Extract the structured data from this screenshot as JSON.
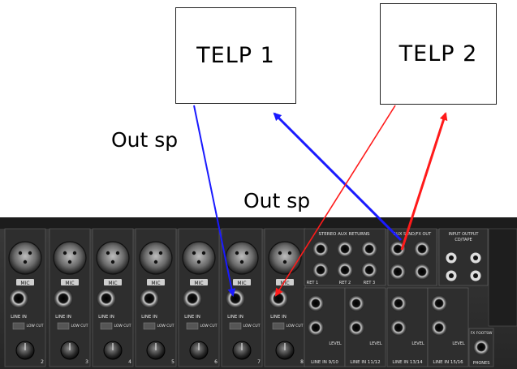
{
  "diagram": {
    "boxes": [
      {
        "id": "telp1",
        "label": "TELP 1"
      },
      {
        "id": "telp2",
        "label": "TELP 2"
      }
    ],
    "labels": {
      "out_sp_left": "Out sp",
      "out_sp_mid": "Out sp"
    },
    "mixer": {
      "jack_labels": [
        "MIC",
        "MIC",
        "MIC",
        "MIC",
        "MIC",
        "MIC",
        "MIC"
      ],
      "line_in": "LINE IN",
      "low_cut": "LOW CUT",
      "stereo_aux_returns": "STEREO AUX RETURNS",
      "aux_send_fx_out": "AUX SEND/FX OUT",
      "input_output": "INPUT  OUTPUT",
      "cd_tape": "CD/TAPE",
      "ret1": "RET 1",
      "ret2": "RET 2",
      "ret3": "RET 3",
      "bottom_labels": [
        "LINE IN 9/10",
        "LINE IN 11/12",
        "LINE IN 13/14",
        "LINE IN 15/16"
      ],
      "level": "LEVEL",
      "phones": "PHONES",
      "fx_footsw": "FX FOOTSW"
    },
    "connections": [
      {
        "from": "telp1",
        "to": "mixer-ch7-line-in",
        "color": "#1a1aff"
      },
      {
        "from": "mixer-aux-send",
        "to": "telp1",
        "color": "#1a1aff"
      },
      {
        "from": "telp2",
        "to": "mixer-ch8-line-in",
        "color": "#ff1a1a"
      },
      {
        "from": "mixer-aux-send",
        "to": "telp2",
        "color": "#ff1a1a"
      }
    ],
    "colors": {
      "blue": "#1a1aff",
      "red": "#ff1a1a"
    }
  }
}
